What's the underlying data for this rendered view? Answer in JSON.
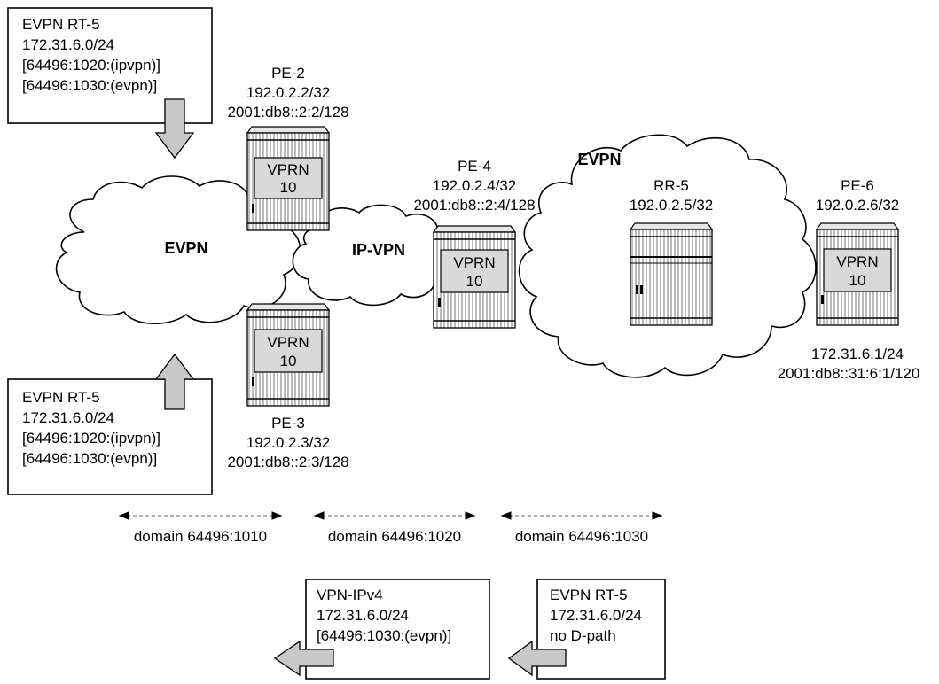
{
  "boxes": {
    "top_left": {
      "lines": [
        "EVPN RT-5",
        "172.31.6.0/24",
        "[64496:1020:(ipvpn)]",
        "[64496:1030:(evpn)]"
      ]
    },
    "bottom_left": {
      "lines": [
        "EVPN RT-5",
        "172.31.6.0/24",
        "[64496:1020:(ipvpn)]",
        "[64496:1030:(evpn)]"
      ]
    },
    "vpn_ipv4": {
      "lines": [
        "VPN-IPv4",
        "172.31.6.0/24",
        "[64496:1030:(evpn)]"
      ]
    },
    "evpn_rt5": {
      "lines": [
        "EVPN RT-5",
        "172.31.6.0/24",
        "no D-path"
      ]
    }
  },
  "clouds": {
    "evpn_left": "EVPN",
    "ipvpn": "IP-VPN",
    "evpn_right": "EVPN"
  },
  "routers": {
    "pe2": {
      "name": "PE-2",
      "lines": [
        "192.0.2.2/32",
        "2001:db8::2:2/128"
      ],
      "vprn": [
        "VPRN",
        "10"
      ]
    },
    "pe3": {
      "name": "PE-3",
      "lines": [
        "192.0.2.3/32",
        "2001:db8::2:3/128"
      ],
      "vprn": [
        "VPRN",
        "10"
      ]
    },
    "pe4": {
      "name": "PE-4",
      "lines": [
        "192.0.2.4/32",
        "2001:db8::2:4/128"
      ],
      "vprn": [
        "VPRN",
        "10"
      ]
    },
    "rr5": {
      "name": "RR-5",
      "lines": [
        "192.0.2.5/32"
      ]
    },
    "pe6": {
      "name": "PE-6",
      "lines": [
        "192.0.2.6/32"
      ],
      "vprn": [
        "VPRN",
        "10"
      ],
      "subnet": [
        "172.31.6.1/24",
        "2001:db8::31:6:1/120"
      ]
    }
  },
  "domains": [
    "domain 64496:1010",
    "domain 64496:1020",
    "domain 64496:1030"
  ],
  "colors": {
    "arrow_fill": "#c8c8c8",
    "vprn_fill": "#d9d9d9",
    "stroke": "#000000",
    "domain_line": "#888888"
  }
}
